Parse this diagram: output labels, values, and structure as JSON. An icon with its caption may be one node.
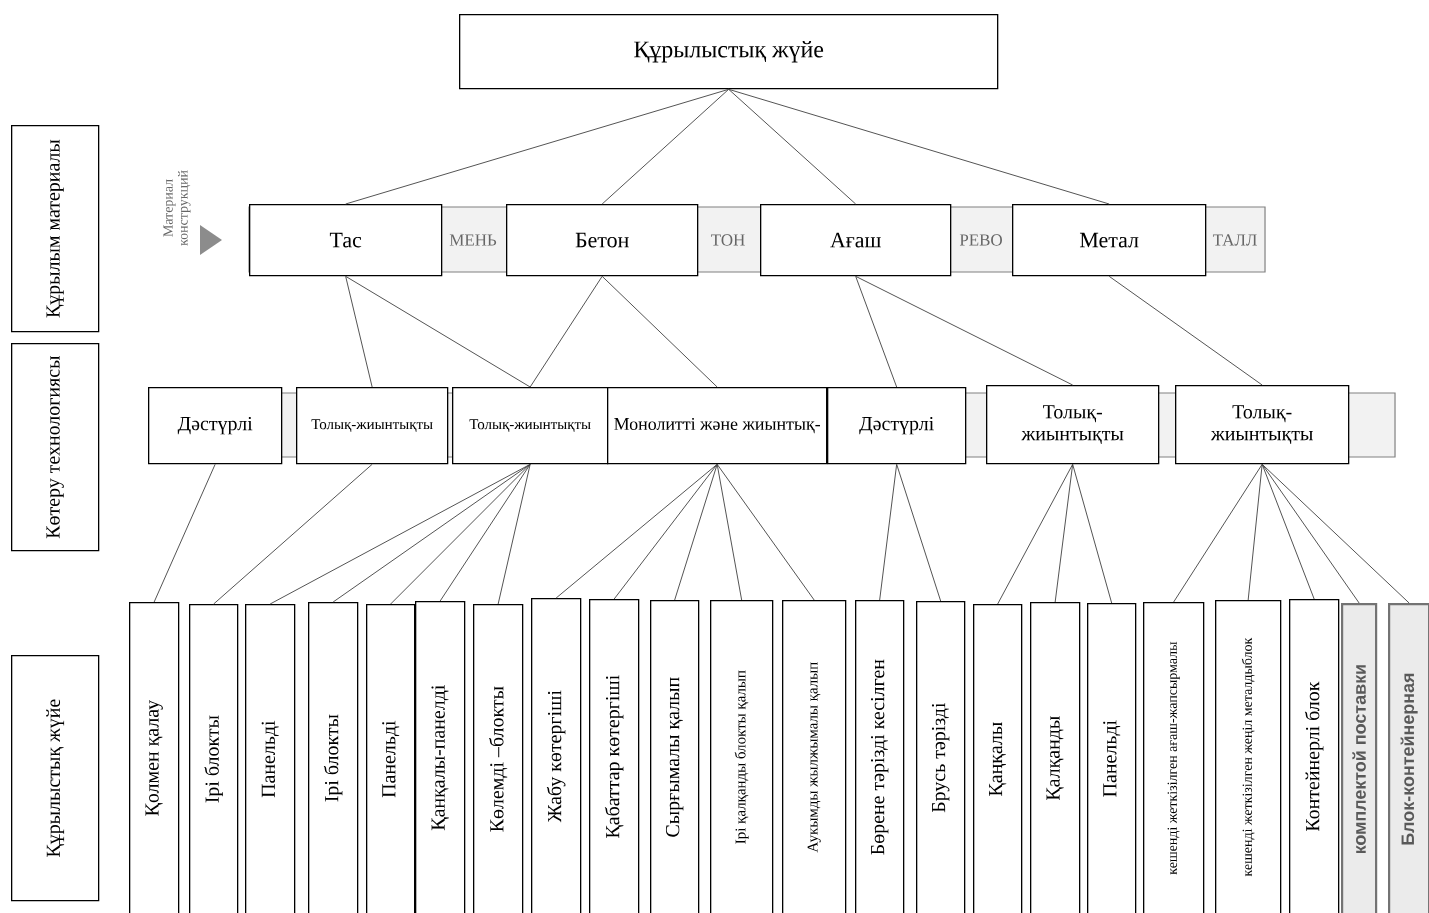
{
  "diagram": {
    "nodes": [
      {
        "text": [
          "Құрылыстық жүйе"
        ]
      },
      {
        "text": [
          "Құрылым материалы"
        ]
      },
      {
        "text": [
          "Көтеру технологиясы"
        ]
      },
      {
        "text": [
          "Құрылыстық жүйе"
        ]
      },
      {
        "text": [
          "Тас"
        ]
      },
      {
        "text": [
          "Бетон"
        ]
      },
      {
        "text": [
          "Ағаш"
        ]
      },
      {
        "text": [
          "Метал"
        ]
      },
      {
        "text": [
          "Дәстүрлі"
        ]
      },
      {
        "text": [
          "Толық-жиынтықты"
        ]
      },
      {
        "text": [
          "Толық-жиынтықты"
        ]
      },
      {
        "text": [
          "Монолитті және жиынтық-"
        ]
      },
      {
        "text": [
          "Дәстүрлі"
        ]
      },
      {
        "text": [
          "Толық-жиынтықты"
        ]
      },
      {
        "text": [
          "Толық-жиынтықты"
        ]
      },
      {
        "text": [
          "Қолмен қалау"
        ]
      },
      {
        "text": [
          "Ірі блокты"
        ]
      },
      {
        "text": [
          "Панельді"
        ]
      },
      {
        "text": [
          "Ірі блокты"
        ]
      },
      {
        "text": [
          "Панельді"
        ]
      },
      {
        "text": [
          "Қанқалы-панелді"
        ]
      },
      {
        "text": [
          "Көлемді –блокты"
        ]
      },
      {
        "text": [
          "Жабу көтергіші"
        ]
      },
      {
        "text": [
          "Қабаттар көтергіші"
        ]
      },
      {
        "text": [
          "Сырғымалы қалып"
        ]
      },
      {
        "text": [
          "Ірі қалқанды блокты қалып"
        ]
      },
      {
        "text": [
          "Аукымды жылжымалы қалып"
        ]
      },
      {
        "text": [
          "Бөрене тәрізді кесілген"
        ]
      },
      {
        "text": [
          "Брусь тәрізді"
        ]
      },
      {
        "text": [
          "Қаңқалы"
        ]
      },
      {
        "text": [
          "Қалқанды"
        ]
      },
      {
        "text": [
          "Панельді"
        ]
      },
      {
        "text": [
          "кешенді жеткізілген ағаш-жапсырмалы"
        ]
      },
      {
        "text": [
          "кешенді жеткізілген жеңіл металдыблок"
        ]
      },
      {
        "text": [
          "Контейнерлі блок"
        ]
      },
      {
        "text": [
          "комплектой поставки"
        ]
      },
      {
        "text": [
          "Блок-контейнерная"
        ]
      }
    ],
    "edges": [
      {
        "from": 0,
        "to": 4,
        "arrow": "none"
      },
      {
        "from": 0,
        "to": 5,
        "arrow": "none"
      },
      {
        "from": 0,
        "to": 6,
        "arrow": "none"
      },
      {
        "from": 0,
        "to": 7,
        "arrow": "none"
      },
      {
        "from": 4,
        "to": 9,
        "arrow": "none"
      },
      {
        "from": 4,
        "to": 10,
        "arrow": "none"
      },
      {
        "from": 5,
        "to": 10,
        "arrow": "none"
      },
      {
        "from": 5,
        "to": 11,
        "arrow": "none"
      },
      {
        "from": 6,
        "to": 12,
        "arrow": "none"
      },
      {
        "from": 6,
        "to": 13,
        "arrow": "none"
      },
      {
        "from": 7,
        "to": 14,
        "arrow": "none"
      },
      {
        "from": 8,
        "to": 15,
        "arrow": "none"
      },
      {
        "from": 9,
        "to": 16,
        "arrow": "none"
      },
      {
        "from": 10,
        "to": 17,
        "arrow": "none"
      },
      {
        "from": 10,
        "to": 18,
        "arrow": "none"
      },
      {
        "from": 10,
        "to": 19,
        "arrow": "none"
      },
      {
        "from": 10,
        "to": 20,
        "arrow": "none"
      },
      {
        "from": 10,
        "to": 21,
        "arrow": "none"
      },
      {
        "from": 11,
        "to": 22,
        "arrow": "none"
      },
      {
        "from": 11,
        "to": 23,
        "arrow": "none"
      },
      {
        "from": 11,
        "to": 24,
        "arrow": "none"
      },
      {
        "from": 11,
        "to": 25,
        "arrow": "none"
      },
      {
        "from": 11,
        "to": 26,
        "arrow": "none"
      },
      {
        "from": 12,
        "to": 27,
        "arrow": "none"
      },
      {
        "from": 12,
        "to": 28,
        "arrow": "none"
      },
      {
        "from": 13,
        "to": 29,
        "arrow": "none"
      },
      {
        "from": 13,
        "to": 30,
        "arrow": "none"
      },
      {
        "from": 13,
        "to": 31,
        "arrow": "none"
      },
      {
        "from": 14,
        "to": 32,
        "arrow": "none"
      },
      {
        "from": 14,
        "to": 33,
        "arrow": "none"
      },
      {
        "from": 14,
        "to": 34,
        "arrow": "none"
      },
      {
        "from": 14,
        "to": 35,
        "arrow": "none"
      },
      {
        "from": 14,
        "to": 36,
        "arrow": "none"
      }
    ],
    "labels": [
      "Материал конструкций",
      "МЕНЬ",
      "ТОН",
      "РЕВО",
      "ТАЛЛ"
    ]
  }
}
